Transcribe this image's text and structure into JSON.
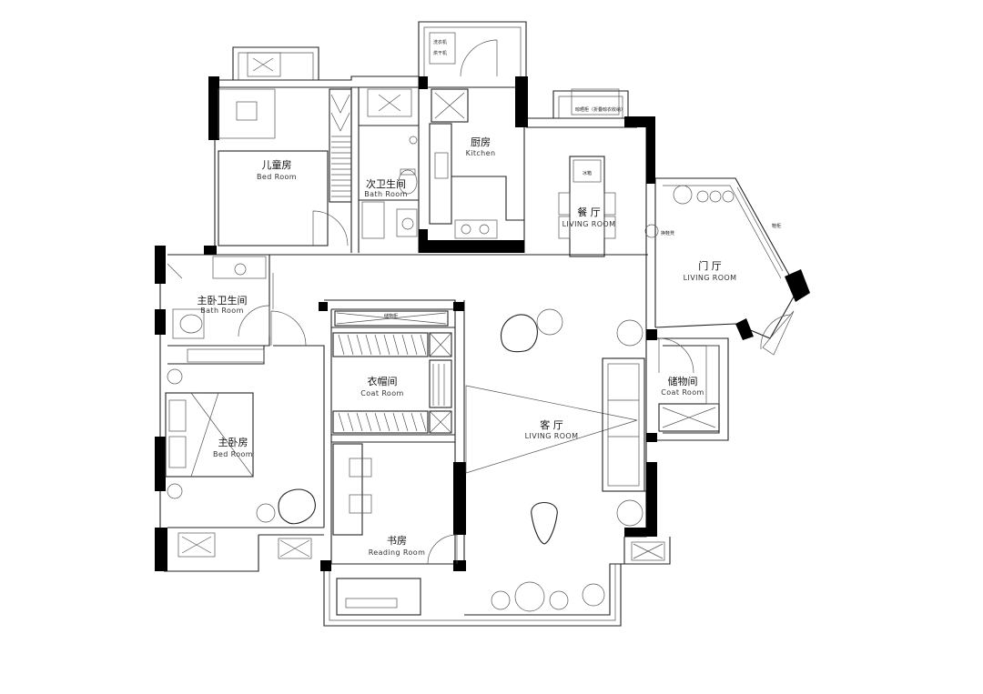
{
  "rooms": {
    "kids_bedroom": {
      "zh": "儿童房",
      "en": "Bed Room"
    },
    "second_bath": {
      "zh": "次卫生间",
      "en": "Bath Room"
    },
    "kitchen": {
      "zh": "厨房",
      "en": "Kitchen"
    },
    "dining": {
      "zh": "餐 厅",
      "en": "LIVING ROOM"
    },
    "foyer": {
      "zh": "门 厅",
      "en": "LIVING ROOM"
    },
    "master_bath": {
      "zh": "主卧卫生间",
      "en": "Bath Room"
    },
    "cloakroom": {
      "zh": "衣帽间",
      "en": "Coat Room"
    },
    "storage": {
      "zh": "储物间",
      "en": "Coat Room"
    },
    "living": {
      "zh": "客 厅",
      "en": "LIVING ROOM"
    },
    "master_bedroom": {
      "zh": "主卧房",
      "en": "Bed Room"
    },
    "study": {
      "zh": "书房",
      "en": "Reading Room"
    }
  },
  "fixtures": {
    "washer_dryer_1": "洗衣机",
    "washer_dryer_2": "烘干机",
    "balcony_note": "晾晒柜（折叠晾衣收纳）",
    "fridge": "冰箱",
    "shoe_cabinet": "换鞋凳",
    "entry_cabinet": "鞋柜",
    "wardrobe_top": "储物柜"
  }
}
